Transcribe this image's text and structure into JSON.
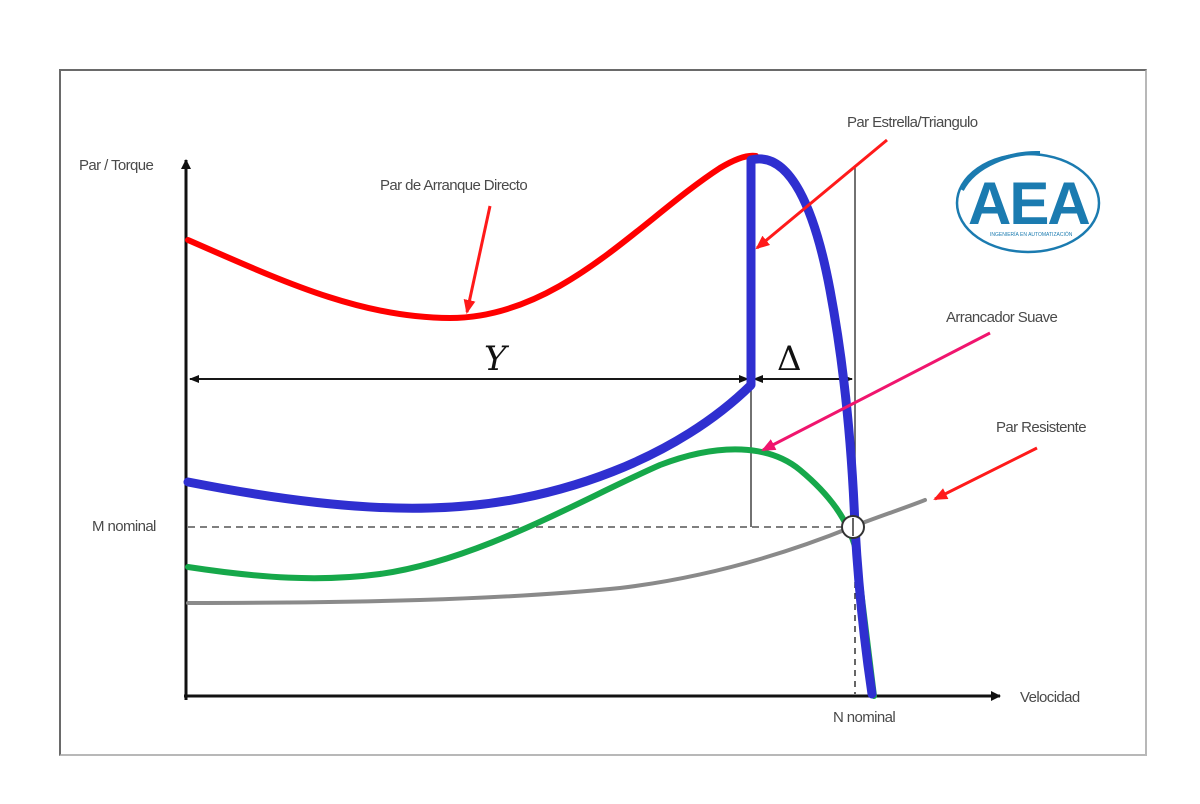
{
  "figure": {
    "y_axis_label": "Par / Torque",
    "x_axis_label": "Velocidad",
    "m_nominal_label": "M nominal",
    "n_nominal_label": "N nominal",
    "y_symbol": "Y",
    "delta_symbol": "Δ",
    "logo": {
      "text": "AEA",
      "subtitle": "INGENIERÍA EN AUTOMATIZACIÓN",
      "color": "#1b7bb0"
    },
    "annotations": [
      {
        "id": "direct",
        "label": "Par de Arranque Directo",
        "arrow_color": "#ff1a1a"
      },
      {
        "id": "star_delta",
        "label": "Par Estrella/Triangulo",
        "arrow_color": "#ff1a1a"
      },
      {
        "id": "soft",
        "label": "Arrancador Suave",
        "arrow_color": "#f0156e"
      },
      {
        "id": "resistant",
        "label": "Par Resistente",
        "arrow_color": "#ff1a1a"
      }
    ]
  },
  "chart_data": {
    "type": "line",
    "title": "",
    "xlabel": "Velocidad",
    "ylabel": "Par / Torque",
    "x_range": [
      0,
      1.15
    ],
    "y_range": [
      0,
      1.0
    ],
    "grid": false,
    "reference_lines": [
      {
        "name": "M nominal",
        "axis": "y",
        "value": 0.31,
        "style": "dashed"
      },
      {
        "name": "N nominal",
        "axis": "x",
        "value": 1.0,
        "style": "dashed"
      }
    ],
    "series": [
      {
        "name": "Par de Arranque Directo",
        "color": "#ff0000",
        "x": [
          0.0,
          0.2,
          0.4,
          0.6,
          0.75,
          0.83,
          0.9,
          0.96,
          1.0,
          1.03
        ],
        "y": [
          0.85,
          0.72,
          0.68,
          0.76,
          0.91,
          0.96,
          0.87,
          0.6,
          0.31,
          0.0
        ]
      },
      {
        "name": "Par Estrella/Triangulo",
        "color": "#2f2fd0",
        "x": [
          0.0,
          0.2,
          0.4,
          0.6,
          0.75,
          0.83,
          0.83,
          0.9,
          0.96,
          1.0,
          1.03
        ],
        "y": [
          0.39,
          0.34,
          0.34,
          0.39,
          0.47,
          0.57,
          0.96,
          0.87,
          0.6,
          0.31,
          0.0
        ]
      },
      {
        "name": "Arrancador Suave",
        "color": "#16a84a",
        "x": [
          0.0,
          0.2,
          0.4,
          0.6,
          0.75,
          0.83,
          0.9,
          0.96,
          1.0,
          1.03
        ],
        "y": [
          0.23,
          0.21,
          0.26,
          0.37,
          0.45,
          0.44,
          0.4,
          0.34,
          0.31,
          0.0
        ]
      },
      {
        "name": "Par Resistente",
        "color": "#8a8a8a",
        "x": [
          0.0,
          0.2,
          0.4,
          0.6,
          0.8,
          1.0,
          1.1
        ],
        "y": [
          0.17,
          0.17,
          0.18,
          0.2,
          0.24,
          0.31,
          0.36
        ]
      }
    ],
    "intervals": [
      {
        "name": "Y",
        "from": 0.0,
        "to": 0.83
      },
      {
        "name": "Δ",
        "from": 0.83,
        "to": 1.0
      }
    ]
  }
}
